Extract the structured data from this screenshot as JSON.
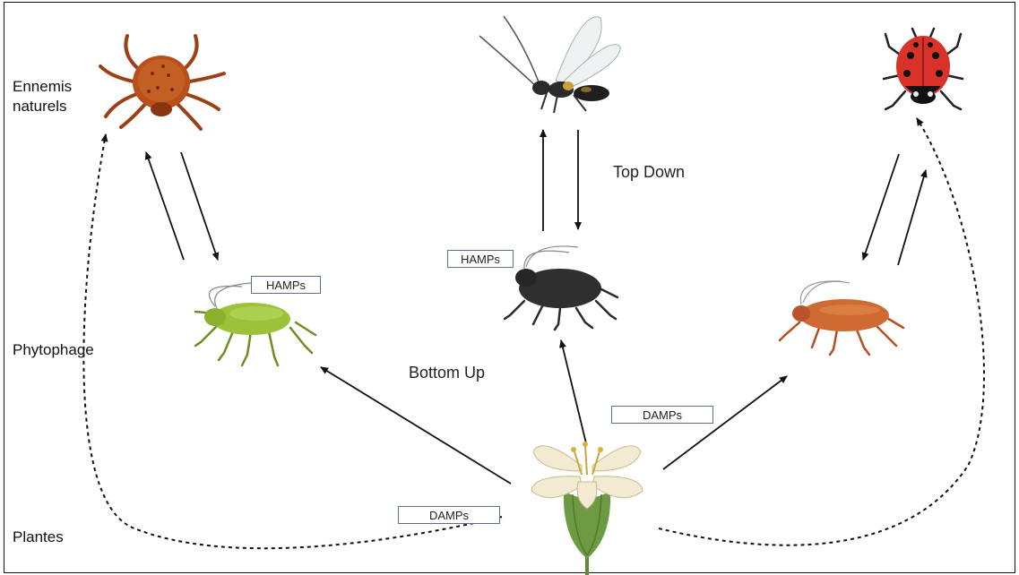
{
  "levels": {
    "natural_enemies": "Ennemis\nnaturels",
    "herbivore": "Phytophage",
    "plants": "Plantes"
  },
  "flows": {
    "top_down": "Top Down",
    "bottom_up": "Bottom Up"
  },
  "tags": {
    "hamps_left": "HAMPs",
    "hamps_center": "HAMPs",
    "damps_center": "DAMPs",
    "damps_bottom": "DAMPs"
  },
  "colors": {
    "mite": "#b9501c",
    "wasp": "#2a2a2a",
    "ladybird": "#d8322a",
    "aphid_green": "#9cc23a",
    "aphid_black": "#2f2f2f",
    "aphid_orange": "#cf6a32",
    "flower_petal": "#f3ead2",
    "flower_calyx": "#6e9a43",
    "tag_border": "#5a6f98"
  },
  "icons": [
    "mite-icon",
    "parasitoid-wasp-icon",
    "ladybird-icon",
    "green-aphid-icon",
    "black-aphid-icon",
    "orange-aphid-icon",
    "flower-icon"
  ]
}
